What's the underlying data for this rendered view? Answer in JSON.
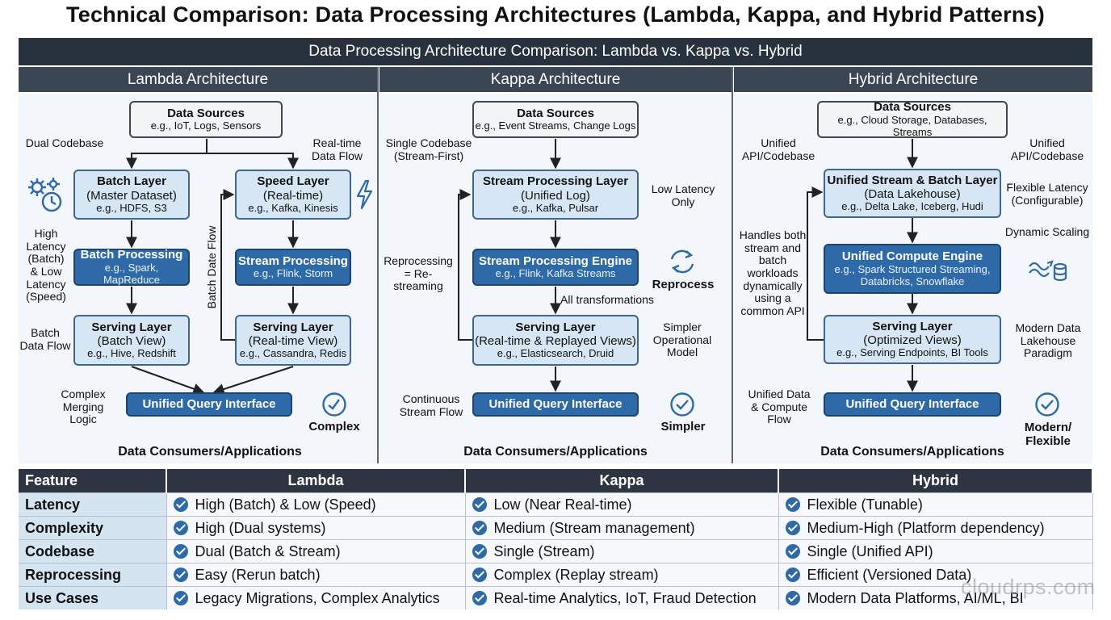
{
  "title": "Technical Comparison: Data Processing Architectures (Lambda, Kappa, and Hybrid Patterns)",
  "banner": "Data Processing Architecture Comparison: Lambda vs. Kappa vs. Hybrid",
  "lambda": {
    "heading": "Lambda Architecture",
    "sources": {
      "title": "Data Sources",
      "example": "e.g., IoT, Logs, Sensors"
    },
    "batch_layer": {
      "title": "Batch Layer",
      "sub": "(Master Dataset)",
      "example": "e.g., HDFS, S3"
    },
    "speed_layer": {
      "title": "Speed Layer",
      "sub": "(Real-time)",
      "example": "e.g., Kafka, Kinesis"
    },
    "batch_processing": {
      "title": "Batch Processing",
      "example": "e.g., Spark, MapReduce"
    },
    "stream_processing": {
      "title": "Stream Processing",
      "example": "e.g., Flink, Storm"
    },
    "serving_batch": {
      "title": "Serving Layer",
      "sub": "(Batch View)",
      "example": "e.g., Hive, Redshift"
    },
    "serving_rt": {
      "title": "Serving Layer",
      "sub": "(Real-time View)",
      "example": "e.g., Cassandra, Redis"
    },
    "query": "Unified Query Interface",
    "consumers": "Data Consumers/Applications",
    "notes": {
      "dual_codebase": "Dual Codebase",
      "realtime_flow": "Real-time Data Flow",
      "latency": "High Latency (Batch) & Low Latency (Speed)",
      "batch_flow": "Batch Data Flow",
      "merging": "Complex Merging Logic",
      "batch_date_flow": "Batch Date Flow",
      "verdict": "Complex"
    }
  },
  "kappa": {
    "heading": "Kappa Architecture",
    "sources": {
      "title": "Data Sources",
      "example": "e.g., Event Streams, Change Logs"
    },
    "stream_layer": {
      "title": "Stream Processing Layer",
      "sub": "(Unified Log)",
      "example": "e.g., Kafka, Pulsar"
    },
    "engine": {
      "title": "Stream Processing Engine",
      "example": "e.g., Flink, Kafka Streams"
    },
    "serving": {
      "title": "Serving Layer",
      "sub": "(Real-time & Replayed Views)",
      "example": "e.g., Elasticsearch, Druid"
    },
    "query": "Unified Query Interface",
    "consumers": "Data Consumers/Applications",
    "notes": {
      "single_codebase": "Single Codebase (Stream-First)",
      "low_latency": "Low Latency Only",
      "reprocessing": "Reprocessing = Re-streaming",
      "reprocess": "Reprocess",
      "all_transformations": "All transformations",
      "simpler_ops": "Simpler Operational Model",
      "continuous": "Continuous Stream Flow",
      "verdict": "Simpler"
    }
  },
  "hybrid": {
    "heading": "Hybrid Architecture",
    "sources": {
      "title": "Data Sources",
      "example": "e.g., Cloud Storage, Databases, Streams"
    },
    "unified_layer": {
      "title": "Unified Stream & Batch Layer",
      "sub": "(Data Lakehouse)",
      "example": "e.g., Delta Lake, Iceberg, Hudi"
    },
    "compute": {
      "title": "Unified Compute Engine",
      "example": "e.g., Spark Structured Streaming, Databricks, Snowflake"
    },
    "serving": {
      "title": "Serving Layer",
      "sub": "(Optimized Views)",
      "example": "e.g., Serving Endpoints, BI Tools"
    },
    "query": "Unified Query Interface",
    "consumers": "Data Consumers/Applications",
    "notes": {
      "api_left": "Unified API/Codebase",
      "api_right": "Unified API/Codebase",
      "flexible_latency": "Flexible Latency (Configurable)",
      "dynamic_scaling": "Dynamic Scaling",
      "handles": "Handles both stream and batch workloads dynamically using a common API",
      "modern_paradigm": "Modern Data Lakehouse Paradigm",
      "unified_flow": "Unified Data & Compute Flow",
      "verdict": "Modern/ Flexible"
    }
  },
  "table": {
    "headers": [
      "Feature",
      "Lambda",
      "Kappa",
      "Hybrid"
    ],
    "rows": [
      {
        "feature": "Latency",
        "lambda": "High (Batch) & Low (Speed)",
        "kappa": "Low (Near Real-time)",
        "hybrid": "Flexible (Tunable)"
      },
      {
        "feature": "Complexity",
        "lambda": "High (Dual systems)",
        "kappa": "Medium (Stream management)",
        "hybrid": "Medium-High (Platform dependency)"
      },
      {
        "feature": "Codebase",
        "lambda": "Dual (Batch & Stream)",
        "kappa": "Single (Stream)",
        "hybrid": "Single (Unified API)"
      },
      {
        "feature": "Reprocessing",
        "lambda": "Easy (Rerun batch)",
        "kappa": "Complex (Replay stream)",
        "hybrid": "Efficient (Versioned Data)"
      },
      {
        "feature": "Use Cases",
        "lambda": "Legacy Migrations, Complex Analytics",
        "kappa": "Real-time Analytics, IoT, Fraud Detection",
        "hybrid": "Modern Data Platforms, AI/ML, BI"
      }
    ]
  },
  "watermark": "cloudrps.com",
  "icons": [
    "gear-icon",
    "lightning-icon",
    "gauge-icon",
    "refresh-icon",
    "check-circle-icon",
    "data-wave-icon"
  ],
  "colors": {
    "header_dark": "#28323e",
    "accent_blue": "#2f6aa8",
    "light_box": "#d6e6f4",
    "feature_cell": "#d5e4f1"
  }
}
